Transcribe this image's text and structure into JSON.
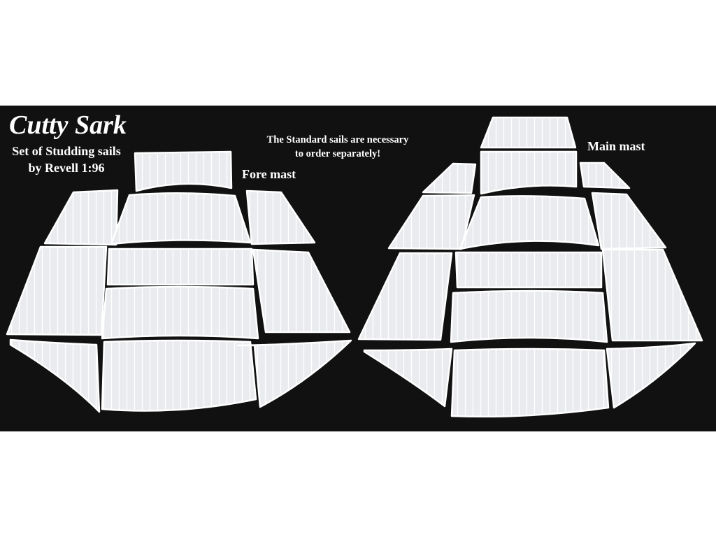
{
  "photo": {
    "title": "Cutty Sark",
    "subtitle_line1": "Set of Studding sails",
    "subtitle_line2": "by Revell 1:96",
    "note_line1": "The Standard sails are necessary",
    "note_line2": "to order separately!",
    "fore_label": "Fore mast",
    "main_label": "Main mast",
    "colors": {
      "background": "#111111",
      "sail": "#eceef0",
      "seam": "#ffffff"
    }
  }
}
